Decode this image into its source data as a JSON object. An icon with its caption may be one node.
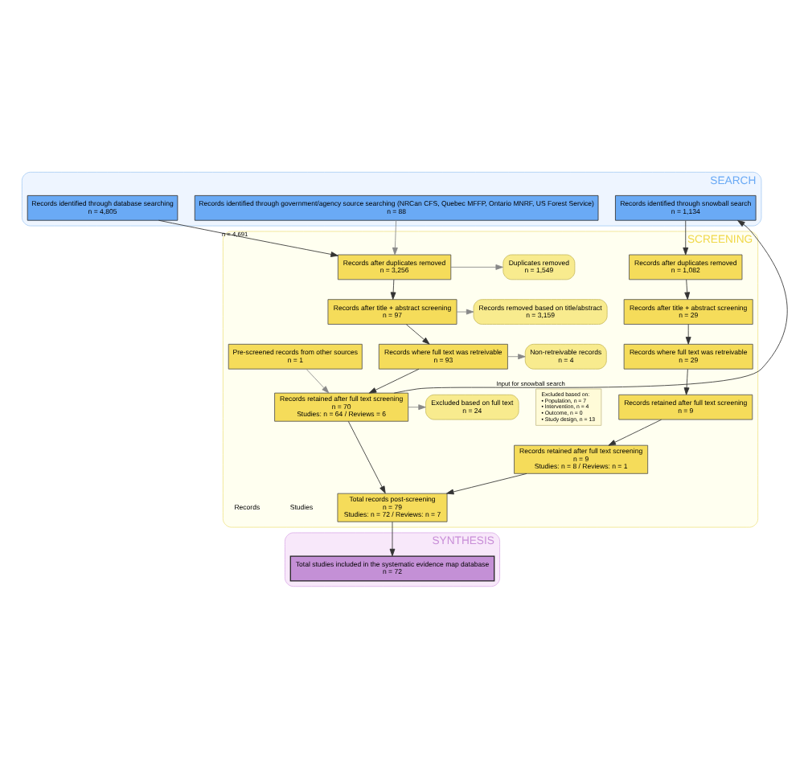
{
  "diagram": {
    "nodes": [
      {
        "text": [
          "SEARCH"
        ]
      },
      {
        "text": [
          "Records identified through database searching",
          "n = 4,805"
        ],
        "in": 0
      },
      {
        "text": [
          "Records identified through government/agency source searching (NRCan CFS, Quebec MFFP, Ontario MNRF, US Forest Service)",
          "n = 88"
        ],
        "in": 0
      },
      {
        "text": [
          "Records identified through snowball search",
          "n = 1,134"
        ],
        "in": 0
      },
      {
        "text": [
          "SCREENING"
        ]
      },
      {
        "text": [
          "Records after duplicates removed",
          "n = 3,256"
        ],
        "in": 4
      },
      {
        "text": [
          "Duplicates removed",
          "n = 1,549"
        ],
        "in": 4
      },
      {
        "text": [
          "Records after title + abstract screening",
          "n = 97"
        ],
        "in": 4
      },
      {
        "text": [
          "Records removed based on title/abstract",
          "n = 3,159"
        ],
        "in": 4
      },
      {
        "text": [
          "Records where full text was retreivable",
          "n = 93"
        ],
        "in": 4
      },
      {
        "text": [
          "Non-retreivable records",
          "n = 4"
        ],
        "in": 4
      },
      {
        "text": [
          "Records retained after full text screening",
          "n = 70",
          "Studies: n = 64 / Reviews = 6"
        ],
        "in": 4
      },
      {
        "text": [
          "Excluded based on full text",
          "n = 24"
        ],
        "in": 4
      },
      {
        "text": [
          "Excluded based on:",
          "• Population, n = 7",
          "• Intervention, n = 4",
          "• Outcome, n = 0",
          "• Study design, n = 13"
        ],
        "in": 4
      },
      {
        "text": [
          "Pre-screened records from other sources",
          "n = 1"
        ],
        "in": 4
      },
      {
        "text": [
          "Records after duplicates removed",
          "n = 1,082"
        ],
        "in": 4
      },
      {
        "text": [
          "Records after title + abstract screening",
          "n = 29"
        ],
        "in": 4
      },
      {
        "text": [
          "Records where full text was retreivable",
          "n = 29"
        ],
        "in": 4
      },
      {
        "text": [
          "Records retained after full text screening",
          "n = 9"
        ],
        "in": 4
      },
      {
        "text": [
          "Records retained after full text screening",
          "n = 9",
          "Studies: n = 8 / Reviews: n = 1"
        ],
        "in": 4
      },
      {
        "text": [
          "Total records post-screening",
          "n = 79",
          "Studies: n = 72 / Reviews: n = 7"
        ],
        "in": 4
      },
      {
        "text": [
          "SYNTHESIS"
        ]
      },
      {
        "text": [
          "Total studies included in the systematic evidence map database",
          "n = 72"
        ],
        "in": 21
      }
    ],
    "edges": [
      {
        "from": 1,
        "to": 5,
        "arrow": "to",
        "label": "n = 4,691"
      },
      {
        "from": 2,
        "to": 5,
        "arrow": "to",
        "color": "#888888"
      },
      {
        "from": 5,
        "to": 6,
        "arrow": "to",
        "color": "#888888"
      },
      {
        "from": 5,
        "to": 7,
        "arrow": "to"
      },
      {
        "from": 7,
        "to": 8,
        "arrow": "to",
        "color": "#888888"
      },
      {
        "from": 7,
        "to": 9,
        "arrow": "to"
      },
      {
        "from": 9,
        "to": 10,
        "arrow": "to",
        "color": "#888888"
      },
      {
        "from": 9,
        "to": 11,
        "arrow": "to"
      },
      {
        "from": 11,
        "to": 12,
        "arrow": "to",
        "color": "#888888"
      },
      {
        "from": 14,
        "to": 11,
        "arrow": "to",
        "color": "#888888"
      },
      {
        "from": 11,
        "to": 20,
        "arrow": "to"
      },
      {
        "from": 11,
        "to": 3,
        "arrow": "to",
        "label": "Input for snowball search"
      },
      {
        "from": 3,
        "to": 15,
        "arrow": "to"
      },
      {
        "from": 15,
        "to": 16,
        "arrow": "to"
      },
      {
        "from": 16,
        "to": 17,
        "arrow": "to"
      },
      {
        "from": 17,
        "to": 18,
        "arrow": "to"
      },
      {
        "from": 18,
        "to": 19,
        "arrow": "to"
      },
      {
        "from": 19,
        "to": 20,
        "arrow": "to"
      },
      {
        "from": 20,
        "to": 22,
        "arrow": "to"
      }
    ],
    "labels": [
      "Records",
      "Studies"
    ]
  }
}
